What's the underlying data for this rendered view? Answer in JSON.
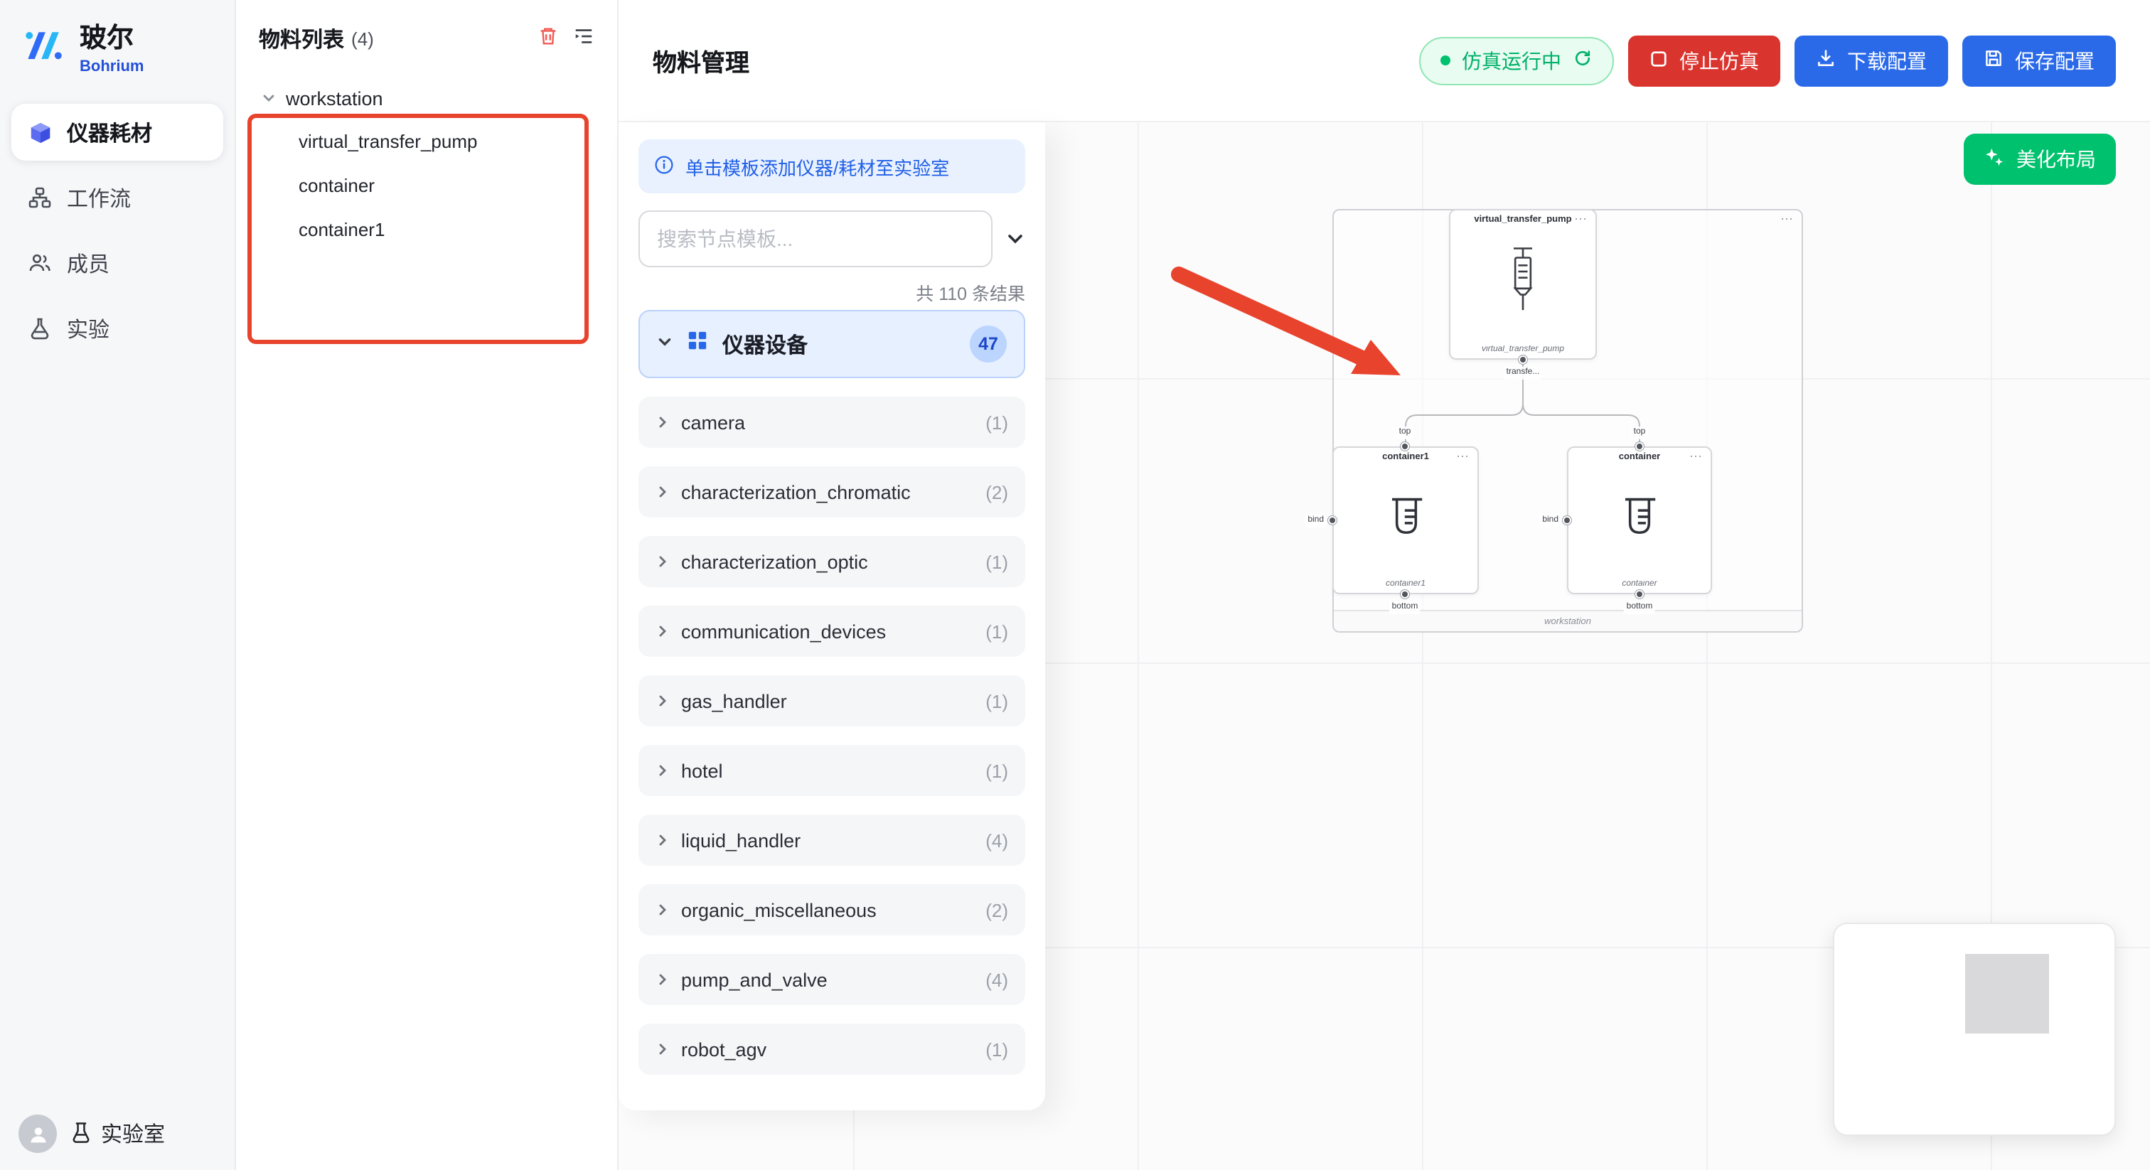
{
  "colors": {
    "brand_blue": "#2e6bf6",
    "accent_blue": "#2a6ae9",
    "danger_red": "#da342e",
    "success_green": "#00b169",
    "beautify_green": "#00c16e",
    "annotation_red": "#e8432c"
  },
  "sidebar": {
    "logo_title": "玻尔",
    "logo_subtitle": "Bohrium",
    "items": [
      {
        "label": "仪器耗材"
      },
      {
        "label": "工作流"
      },
      {
        "label": "成员"
      },
      {
        "label": "实验"
      }
    ],
    "footer_label": "实验室"
  },
  "materials_panel": {
    "title": "物料列表",
    "count": "(4)",
    "tree": {
      "root": "workstation",
      "children": [
        {
          "label": "virtual_transfer_pump"
        },
        {
          "label": "container"
        },
        {
          "label": "container1"
        }
      ]
    }
  },
  "header": {
    "title": "物料管理",
    "status_label": "仿真运行中",
    "stop_label": "停止仿真",
    "download_label": "下载配置",
    "save_label": "保存配置"
  },
  "template_panel": {
    "banner": "单击模板添加仪器/耗材至实验室",
    "search_placeholder": "搜索节点模板...",
    "results_text": "共 110 条结果",
    "category": {
      "label": "仪器设备",
      "badge": "47"
    },
    "items": [
      {
        "label": "camera",
        "count": "(1)"
      },
      {
        "label": "characterization_chromatic",
        "count": "(2)"
      },
      {
        "label": "characterization_optic",
        "count": "(1)"
      },
      {
        "label": "communication_devices",
        "count": "(1)"
      },
      {
        "label": "gas_handler",
        "count": "(1)"
      },
      {
        "label": "hotel",
        "count": "(1)"
      },
      {
        "label": "liquid_handler",
        "count": "(4)"
      },
      {
        "label": "organic_miscellaneous",
        "count": "(2)"
      },
      {
        "label": "pump_and_valve",
        "count": "(4)"
      },
      {
        "label": "robot_agv",
        "count": "(1)"
      }
    ]
  },
  "canvas": {
    "beautify_label": "美化布局",
    "workstation_label": "workstation",
    "pump": {
      "title": "virtual_transfer_pump",
      "caption": "virtual_transfer_pump",
      "port": "transfe..."
    },
    "container1": {
      "title": "container1",
      "caption": "container1",
      "top": "top",
      "bottom": "bottom",
      "bind": "bind"
    },
    "container": {
      "title": "container",
      "caption": "container",
      "top": "top",
      "bottom": "bottom",
      "bind": "bind"
    }
  }
}
